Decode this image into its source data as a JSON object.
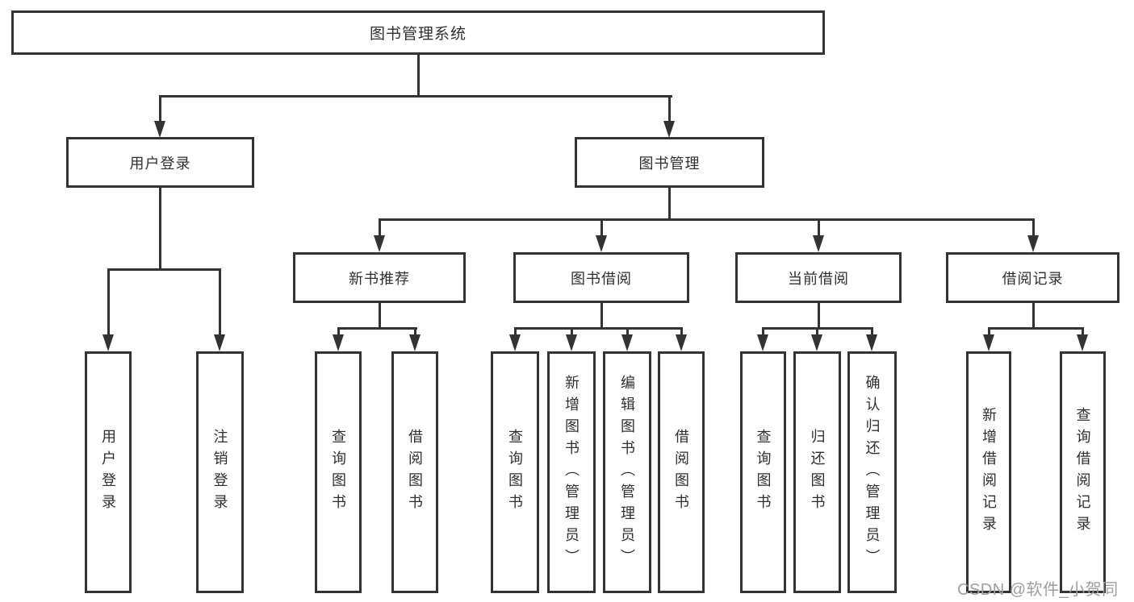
{
  "colors": {
    "line": "#333333",
    "text": "#2f2f2f",
    "background": "#ffffff",
    "watermark_text": "#9e9e9e"
  },
  "tree": {
    "root": {
      "label": "图书管理系统"
    },
    "branches": [
      {
        "label": "用户登录",
        "children": [
          {
            "label": "用户登录"
          },
          {
            "label": "注销登录"
          }
        ]
      },
      {
        "label": "图书管理",
        "children": [
          {
            "label": "新书推荐",
            "children": [
              {
                "label": "查询图书"
              },
              {
                "label": "借阅图书"
              }
            ]
          },
          {
            "label": "图书借阅",
            "children": [
              {
                "label": "查询图书"
              },
              {
                "label": "新增图书（管理员）"
              },
              {
                "label": "编辑图书（管理员）"
              },
              {
                "label": "借阅图书"
              }
            ]
          },
          {
            "label": "当前借阅",
            "children": [
              {
                "label": "查询图书"
              },
              {
                "label": "归还图书"
              },
              {
                "label": "确认归还（管理员）"
              }
            ]
          },
          {
            "label": "借阅记录",
            "children": [
              {
                "label": "新增借阅记录"
              },
              {
                "label": "查询借阅记录"
              }
            ]
          }
        ]
      }
    ]
  },
  "watermark": "CSDN @软件_小贺同学"
}
